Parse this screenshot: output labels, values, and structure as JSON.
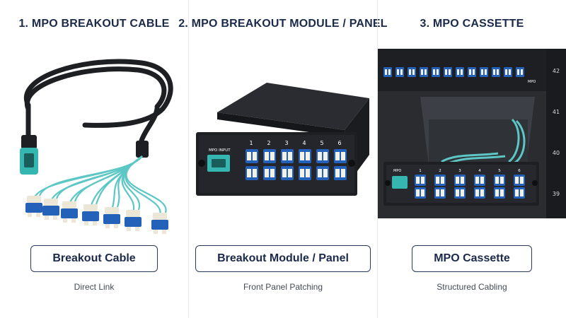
{
  "panels": [
    {
      "heading": "1. MPO BREAKOUT CABLE",
      "label": "Breakout Cable",
      "caption": "Direct Link"
    },
    {
      "heading": "2. MPO BREAKOUT MODULE / PANEL",
      "label": "Breakout Module / Panel",
      "caption": "Front Panel Patching",
      "module_label": "MPO INPUT",
      "port_numbers": [
        "1",
        "2",
        "3",
        "4",
        "5",
        "6"
      ]
    },
    {
      "heading": "3. MPO CASSETTE",
      "label": "MPO Cassette",
      "caption": "Structured Cabling",
      "rack_units": [
        "42",
        "41",
        "40",
        "39"
      ],
      "cassette_label": "MPO",
      "patch_panel_label": "MPO",
      "port_numbers": [
        "1",
        "2",
        "3",
        "4",
        "5",
        "6"
      ]
    }
  ],
  "colors": {
    "aqua_fiber": "#5cc7c4",
    "lc_connector": "#2461b8",
    "mpo_connector": "#35b6b0",
    "housing": "#1d1f23"
  },
  "icons": [
    "breakout-cable-illustration",
    "breakout-module-illustration",
    "mpo-cassette-illustration"
  ]
}
